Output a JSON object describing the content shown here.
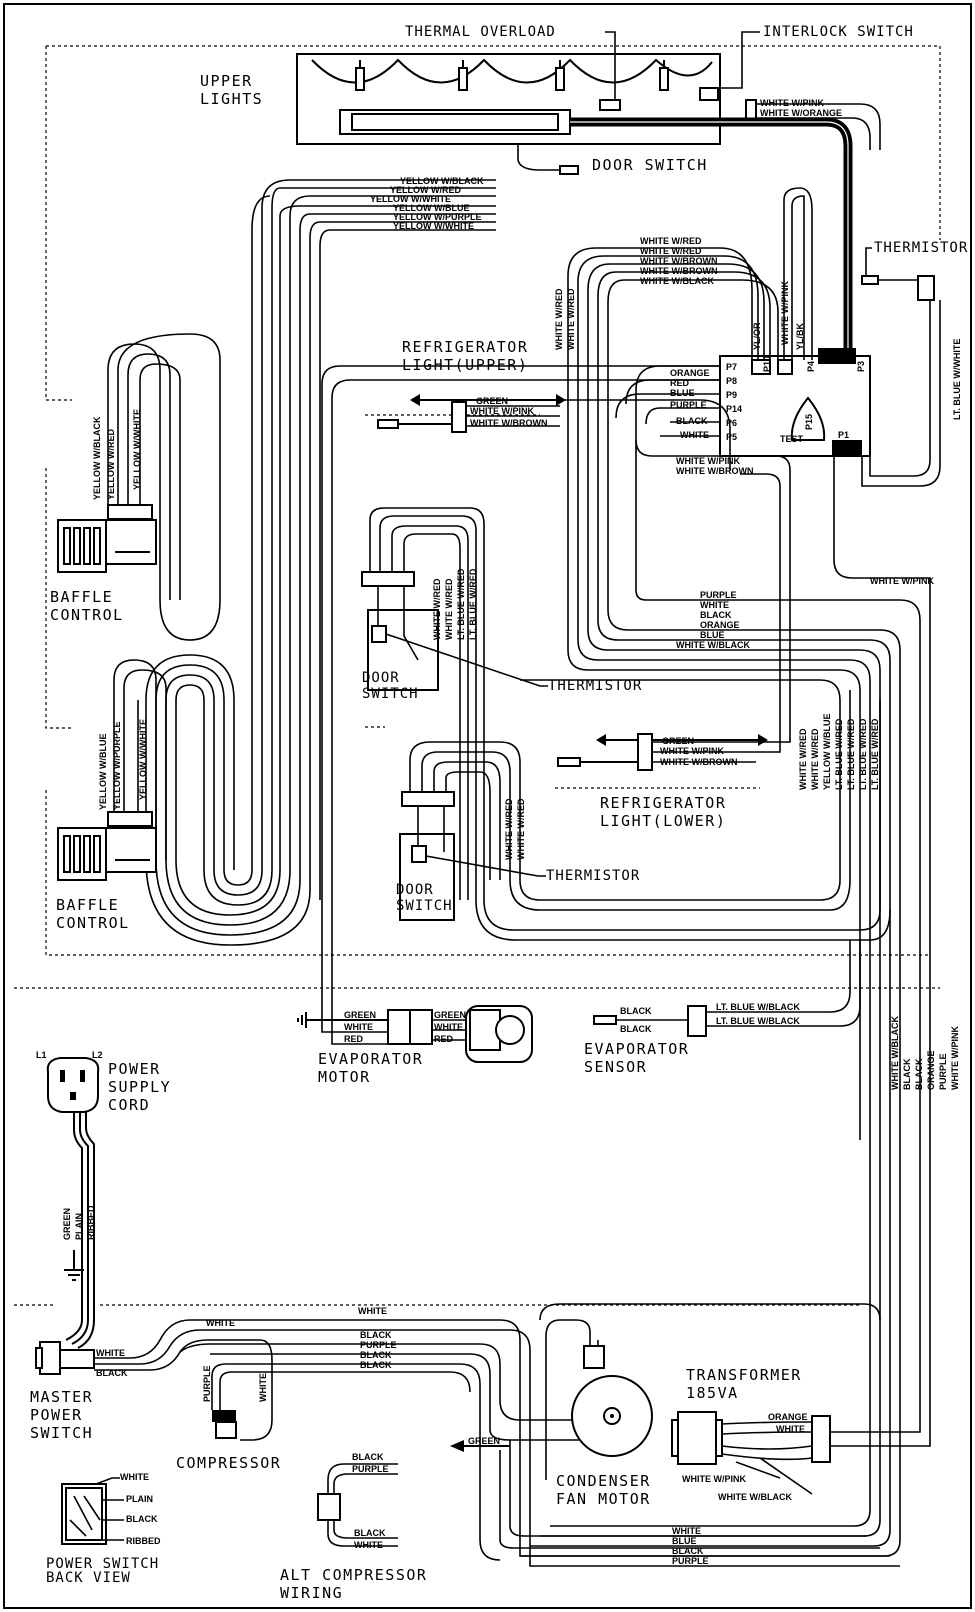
{
  "labels": {
    "thermal_overload": "THERMAL OVERLOAD",
    "interlock_switch": "INTERLOCK SWITCH",
    "upper_lights_1": "UPPER",
    "upper_lights_2": "LIGHTS",
    "door_switch_top": "DOOR SWITCH",
    "thermistor_top": "THERMISTOR",
    "refrig_upper_1": "REFRIGERATOR",
    "refrig_upper_2": "LIGHT(UPPER)",
    "baffle_1a": "BAFFLE",
    "baffle_1b": "CONTROL",
    "baffle_2a": "BAFFLE",
    "baffle_2b": "CONTROL",
    "door_a1": "DOOR",
    "door_a2": "SWITCH",
    "door_b1": "DOOR",
    "door_b2": "SWITCH",
    "thermistor_mid1": "THERMISTOR",
    "thermistor_mid2": "THERMISTOR",
    "refrig_lower_1": "REFRIGERATOR",
    "refrig_lower_2": "LIGHT(LOWER)",
    "evap_motor_1": "EVAPORATOR",
    "evap_motor_2": "MOTOR",
    "evap_sensor_1": "EVAPORATOR",
    "evap_sensor_2": "SENSOR",
    "power_cord_1": "POWER",
    "power_cord_2": "SUPPLY",
    "power_cord_3": "CORD",
    "l1": "L1",
    "l2": "L2",
    "master_1": "MASTER",
    "master_2": "POWER",
    "master_3": "SWITCH",
    "compressor": "COMPRESSOR",
    "transformer_1": "TRANSFORMER",
    "transformer_2": "185VA",
    "condenser_1": "CONDENSER",
    "condenser_2": "FAN MOTOR",
    "psbv_1": "POWER SWITCH",
    "psbv_2": "BACK VIEW",
    "alt_1": "ALT COMPRESSOR",
    "alt_2": "WIRING",
    "test": "TEST",
    "p1": "P1",
    "p3": "P3",
    "p4": "P4",
    "p5": "P5",
    "p6": "P6",
    "p7": "P7",
    "p8": "P8",
    "p9": "P9",
    "p10": "P10",
    "p14": "P14",
    "p15": "P15"
  },
  "wires": {
    "white_pink": "WHITE W/PINK",
    "white_orange": "WHITE W/ORANGE",
    "yellow_black": "YELLOW W/BLACK",
    "yellow_red": "YELLOW W/RED",
    "yellow_white": "YELLOW W/WHITE",
    "yellow_blue": "YELLOW W/BLUE",
    "yellow_purple": "YELLOW W/PURPLE",
    "white_red": "WHITE W/RED",
    "white_brown": "WHITE W/BROWN",
    "white_black": "WHITE W/BLACK",
    "lt_blue_white": "LT. BLUE W/WHITE",
    "lt_blue_black": "LT. BLUE W/BLACK",
    "lt_blue_red": "LT. BLUE W/RED",
    "orange": "ORANGE",
    "red": "RED",
    "blue": "BLUE",
    "purple": "PURPLE",
    "black": "BLACK",
    "white": "WHITE",
    "green": "GREEN",
    "plain": "PLAIN",
    "ribbed": "RIBBED",
    "yl_bk": "YL/BK",
    "yl_or": "YL/OR"
  }
}
